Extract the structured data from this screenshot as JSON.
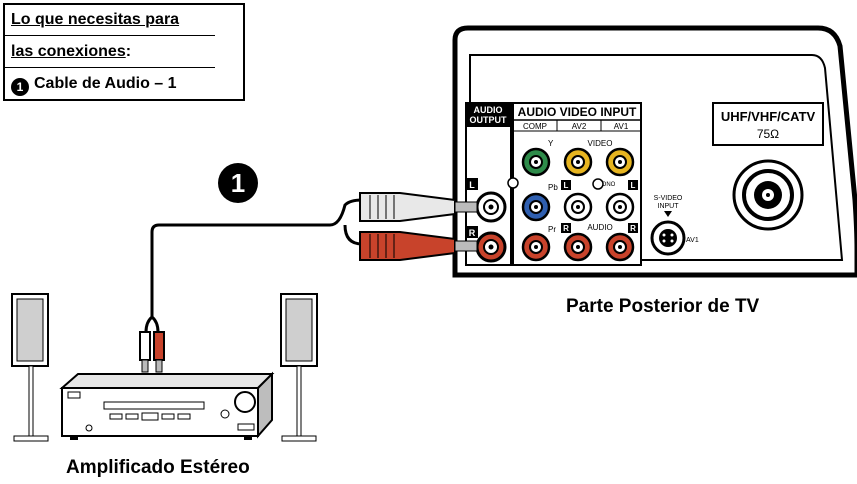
{
  "info_box": {
    "line1": "Lo que necesitas para",
    "line2": "las conexiones",
    "line2_suffix": ":",
    "bullet": "1",
    "line3": "Cable de Audio – 1"
  },
  "callout_number": "1",
  "tv_panel": {
    "audio_output": [
      "AUDIO",
      "OUTPUT"
    ],
    "av_title": "AUDIO VIDEO INPUT",
    "col_comp": "COMP",
    "col_av2": "AV2",
    "col_av1": "AV1",
    "video_label": "VIDEO",
    "mono_label": "MONO",
    "y_label": "Y",
    "pb_label": "Pb",
    "pr_label": "Pr",
    "audio_label": "AUDIO",
    "l_mark": "L",
    "r_mark": "R",
    "svideo": [
      "S-VIDEO",
      "INPUT"
    ],
    "av1_small": "AV1",
    "uhf_title": "UHF/VHF/CATV",
    "uhf_ohm": "75Ω"
  },
  "captions": {
    "tv_back": "Parte Posterior de TV",
    "amplifier": "Amplificado Estéreo"
  },
  "colors": {
    "green_jack": "#2e8b4a",
    "blue_jack": "#2f5fb0",
    "red_jack": "#c8432b",
    "yellow_jack": "#e7b520",
    "panel_gray": "#d8d8d8"
  }
}
